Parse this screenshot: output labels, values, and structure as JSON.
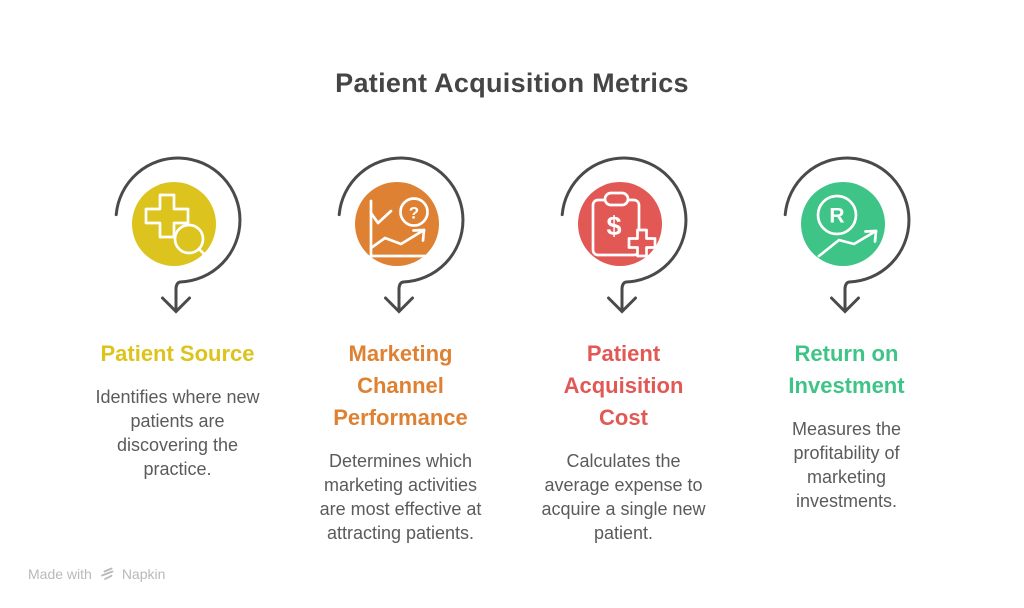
{
  "title": "Patient Acquisition Metrics",
  "metrics": [
    {
      "heading": "Patient Source",
      "description": "Identifies where new\npatients are\ndiscovering the\npractice.",
      "color": "#ddc31d",
      "icon": "medical-cross-search-icon",
      "icon_glyph": ""
    },
    {
      "heading": "Marketing\nChannel\nPerformance",
      "description": "Determines which\nmarketing activities\nare most effective at\nattracting patients.",
      "color": "#de8133",
      "icon": "chart-question-icon",
      "icon_glyph": "?"
    },
    {
      "heading": "Patient\nAcquisition\nCost",
      "description": "Calculates the\naverage expense to\nacquire a single new\npatient.",
      "color": "#e15855",
      "icon": "clipboard-dollar-plus-icon",
      "icon_glyph": "$"
    },
    {
      "heading": "Return on\nInvestment",
      "description": "Measures the\nprofitability of\nmarketing\ninvestments.",
      "color": "#3ec487",
      "icon": "roi-circle-trend-icon",
      "icon_glyph": "R"
    }
  ],
  "watermark": {
    "prefix": "Made with",
    "brand": "Napkin"
  },
  "ui_colors": {
    "title_text": "#454545",
    "body_text": "#5b5b5b",
    "ring_arrow": "#4a4a4a",
    "watermark": "#b9b9b9",
    "background": "#ffffff"
  }
}
